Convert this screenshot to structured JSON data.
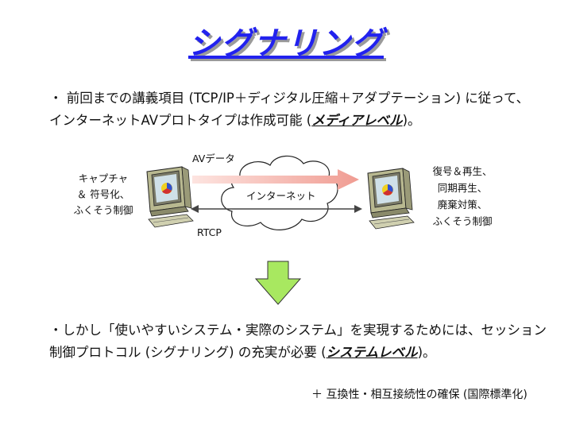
{
  "title": "シグナリング",
  "paragraph1": {
    "line1": "・ 前回までの講義項目 (TCP/IP＋ディジタル圧縮＋アダプテーション) に従って、",
    "line2_pre": "インターネットAVプロトタイプは作成可能 (",
    "line2_em": "メディアレベル",
    "line2_post": ")。"
  },
  "diagram": {
    "av_data_label": "AVデータ",
    "rtcp_label": "RTCP",
    "cloud_label": "インターネット",
    "left_caption": [
      "キャプチャ",
      "＆ 符号化、",
      "ふくそう制御"
    ],
    "right_caption": [
      "復号＆再生、",
      "同期再生、",
      "廃棄対策、",
      "ふくそう制御"
    ],
    "arrow_color": "#f4a8a0",
    "down_arrow_color": "#a8e860"
  },
  "paragraph2": {
    "line1": "・しかし「使いやすいシステム・実際のシステム」を実現するためには、セッション",
    "line2_pre": "制御プロトコル (シグナリング) の充実が必要 (",
    "line2_em": "システムレベル",
    "line2_post": ")。"
  },
  "footnote": "＋ 互換性・相互接続性の確保 (国際標準化)"
}
